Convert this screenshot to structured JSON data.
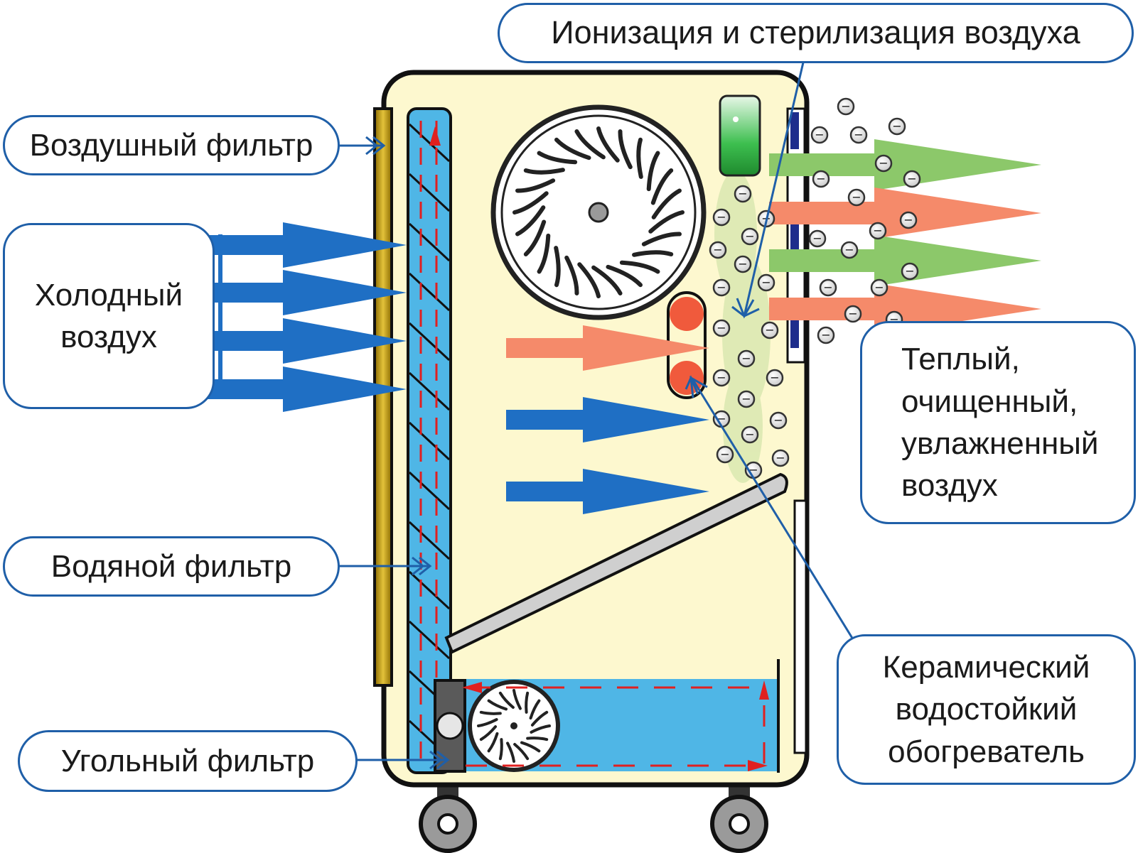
{
  "labels": {
    "ionization": "Ионизация и стерилизация воздуха",
    "air_filter": "Воздушный фильтр",
    "cold_air": "Холодный\nвоздух",
    "warm_air": "Теплый,\nочищенный,\nувлажненный\nвоздух",
    "water_filter": "Водяной фильтр",
    "ceramic_heater": "Керамический\nводостойкий\nобогреватель",
    "carbon_filter": "Угольный фильтр"
  },
  "ion_symbol": "−",
  "colors": {
    "outline": "#1f5fa8",
    "body": "#fdf8cf",
    "water": "#4fb6e6",
    "cold_arrow": "#1f6fc4",
    "warm_arrow": "#f58a6a",
    "clean_arrow": "#8cc86a",
    "filter_gold": "#c9a21a",
    "heater": "#f05a3c",
    "flow_dash": "#e02020"
  },
  "icons": [
    "fan-icon",
    "small-fan-icon",
    "ion-icon",
    "wheel-icon",
    "ionizer-lamp-icon"
  ]
}
